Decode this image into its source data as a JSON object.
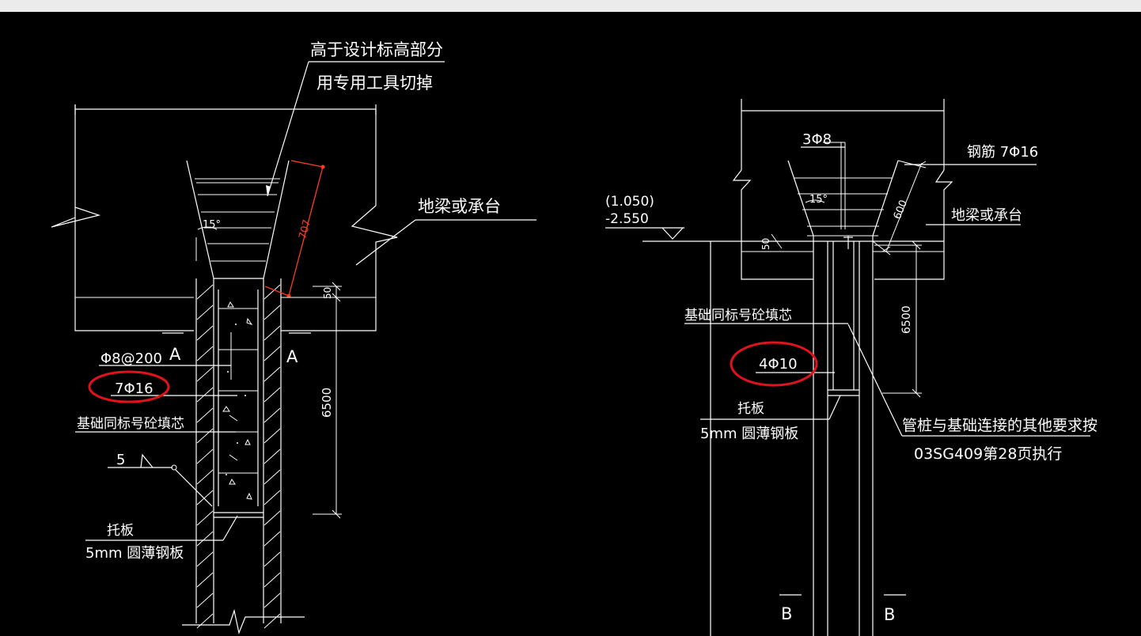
{
  "colors": {
    "background": "#000000",
    "lines": "#ffffff",
    "dimension_red": "#ff3b1f",
    "highlight_ellipse": "#e0121c",
    "top_bar": "#ebebeb"
  },
  "left_detail": {
    "note_line1": "高于设计标高部分",
    "note_line2": "用专用工具切掉",
    "beam_label": "地梁或承台",
    "angle": "15°",
    "dim_707": "707",
    "dim_50": "50",
    "section_a_left": "A",
    "section_a_right": "A",
    "stirrup": "Φ8@200",
    "rebar_highlighted": "7Φ16",
    "fill_note": "基础同标号砼填芯",
    "weld_size": "5",
    "plate_label": "托板",
    "plate_spec": "5mm 圆薄钢板",
    "dim_6500": "6500"
  },
  "right_detail": {
    "bar_3phi8": "3Φ8",
    "rebar_label": "钢筋 7Φ16",
    "elev_1": "(1.050)",
    "elev_2": "-2.550",
    "angle": "15°",
    "dim_600": "600",
    "beam_label": "地梁或承台",
    "dim_50": "50",
    "fill_note": "基础同标号砼填芯",
    "dim_6500": "6500",
    "rebar_highlighted": "4Φ10",
    "plate_label": "托板",
    "plate_spec": "5mm 圆薄钢板",
    "connect_note1": "管桩与基础连接的其他要求按",
    "connect_note2": "03SG409第28页执行",
    "section_b_left": "B",
    "section_b_right": "B"
  }
}
